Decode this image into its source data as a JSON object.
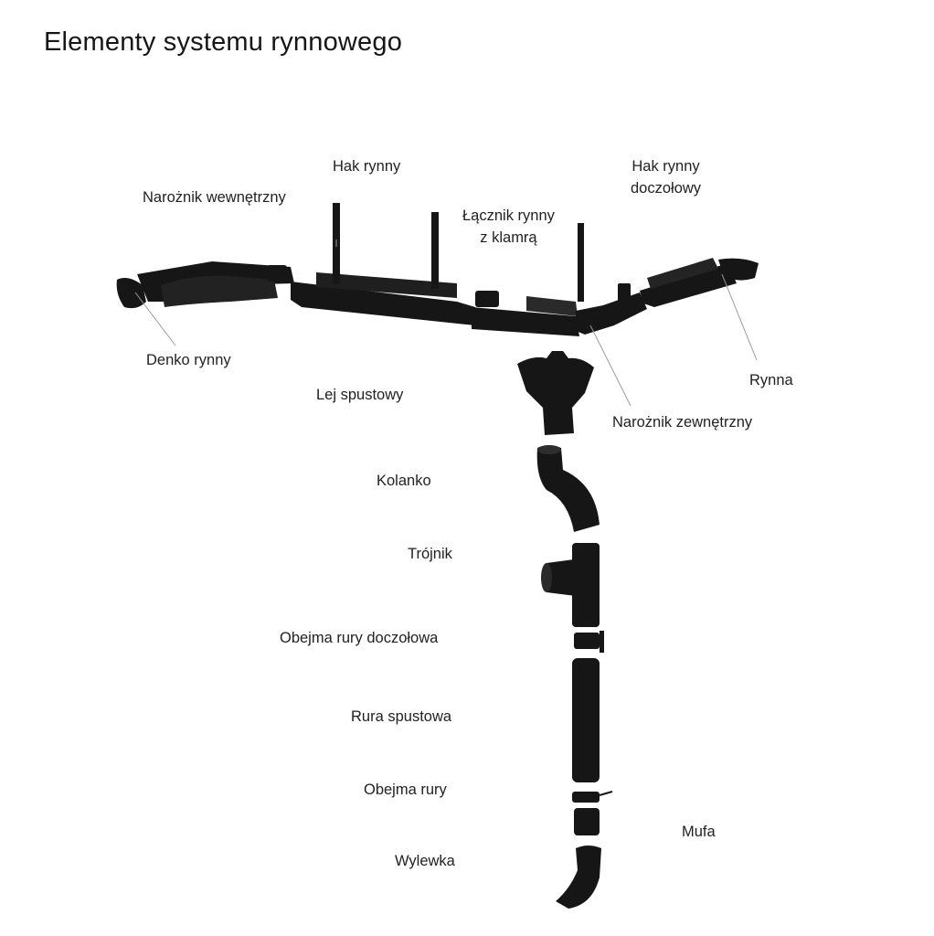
{
  "title": "Elementy systemu rynnowego",
  "colors": {
    "part_fill": "#161616",
    "leader_line": "#9a9a9a",
    "text": "#222222"
  },
  "labels": {
    "hak_rynny": "Hak rynny",
    "hak_rynny_doczolowy_1": "Hak rynny",
    "hak_rynny_doczolowy_2": "doczołowy",
    "naroznik_wewnetrzny": "Narożnik wewnętrzny",
    "lacznik_1": "Łącznik rynny",
    "lacznik_2": "z klamrą",
    "denko": "Denko rynny",
    "rynna": "Rynna",
    "lej": "Lej spustowy",
    "naroznik_zewnetrzny": "Narożnik zewnętrzny",
    "kolanko": "Kolanko",
    "trojnik": "Trójnik",
    "obejma_doczolowa": "Obejma rury doczołowa",
    "rura": "Rura spustowa",
    "obejma": "Obejma rury",
    "mufa": "Mufa",
    "wylewka": "Wylewka"
  }
}
